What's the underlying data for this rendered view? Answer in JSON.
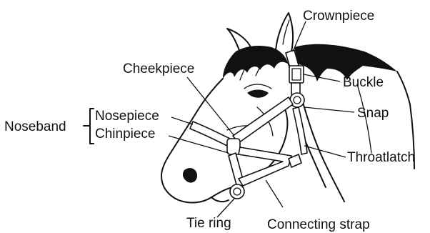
{
  "labels": {
    "crownpiece": "Crownpiece",
    "cheekpiece": "Cheekpiece",
    "buckle": "Buckle",
    "snap": "Snap",
    "noseband": "Noseband",
    "nosepiece": "Nosepiece",
    "chinpiece": "Chinpiece",
    "throatlatch": "Throatlatch",
    "tie_ring": "Tie ring",
    "connecting_strap": "Connecting strap"
  },
  "colors": {
    "ink": "#111111",
    "background": "#ffffff"
  }
}
